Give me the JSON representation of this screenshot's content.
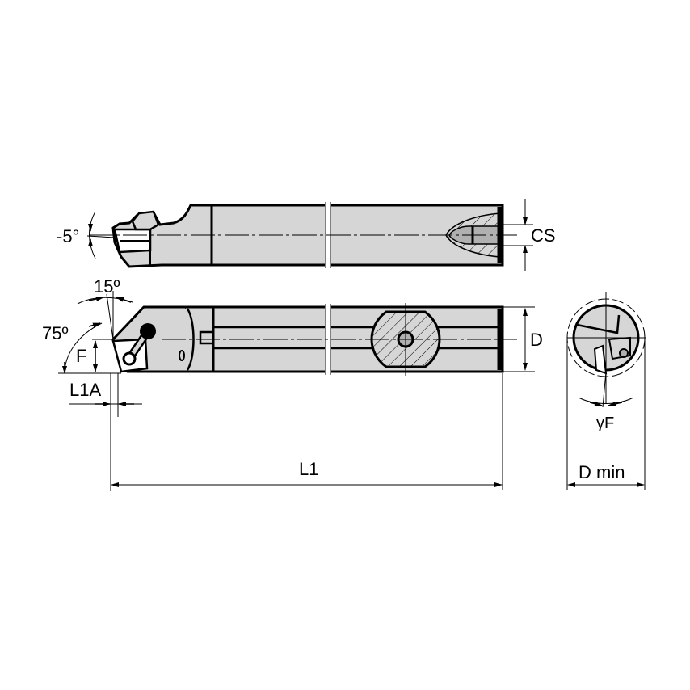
{
  "drawing": {
    "title": "Boring bar technical drawing",
    "colors": {
      "fill": "#d6d6d6",
      "fill_dark": "#b0b0b0",
      "stroke": "#000000",
      "background": "#ffffff"
    },
    "top_view": {
      "angle_label": "-5°",
      "coolant_label": "CS"
    },
    "side_view": {
      "angle_top_label": "15º",
      "angle_side_label": "75º",
      "height_label": "F",
      "offset_label": "L1A",
      "diameter_label": "D",
      "length_label": "L1"
    },
    "end_view": {
      "rake_label": "γF",
      "min_bore_label": "D min"
    }
  }
}
